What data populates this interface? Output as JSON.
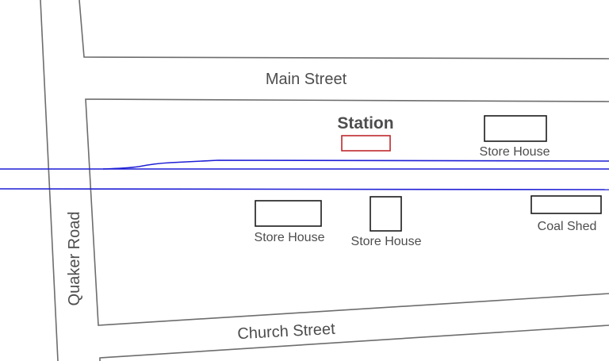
{
  "map": {
    "labels": {
      "main_street": "Main Street",
      "church_street": "Church Street",
      "quaker_road": "Quaker Road",
      "station": "Station",
      "store_house_north": "Store House",
      "store_house_south_west": "Store House",
      "store_house_south_middle": "Store House",
      "coal_shed": "Coal Shed"
    },
    "colors": {
      "roads": "#6d6d6d",
      "railway": "#1f1fd6",
      "station_outline": "#c0282d",
      "building_outline": "#1a1a1a",
      "label_text": "#4d4d4d"
    }
  }
}
